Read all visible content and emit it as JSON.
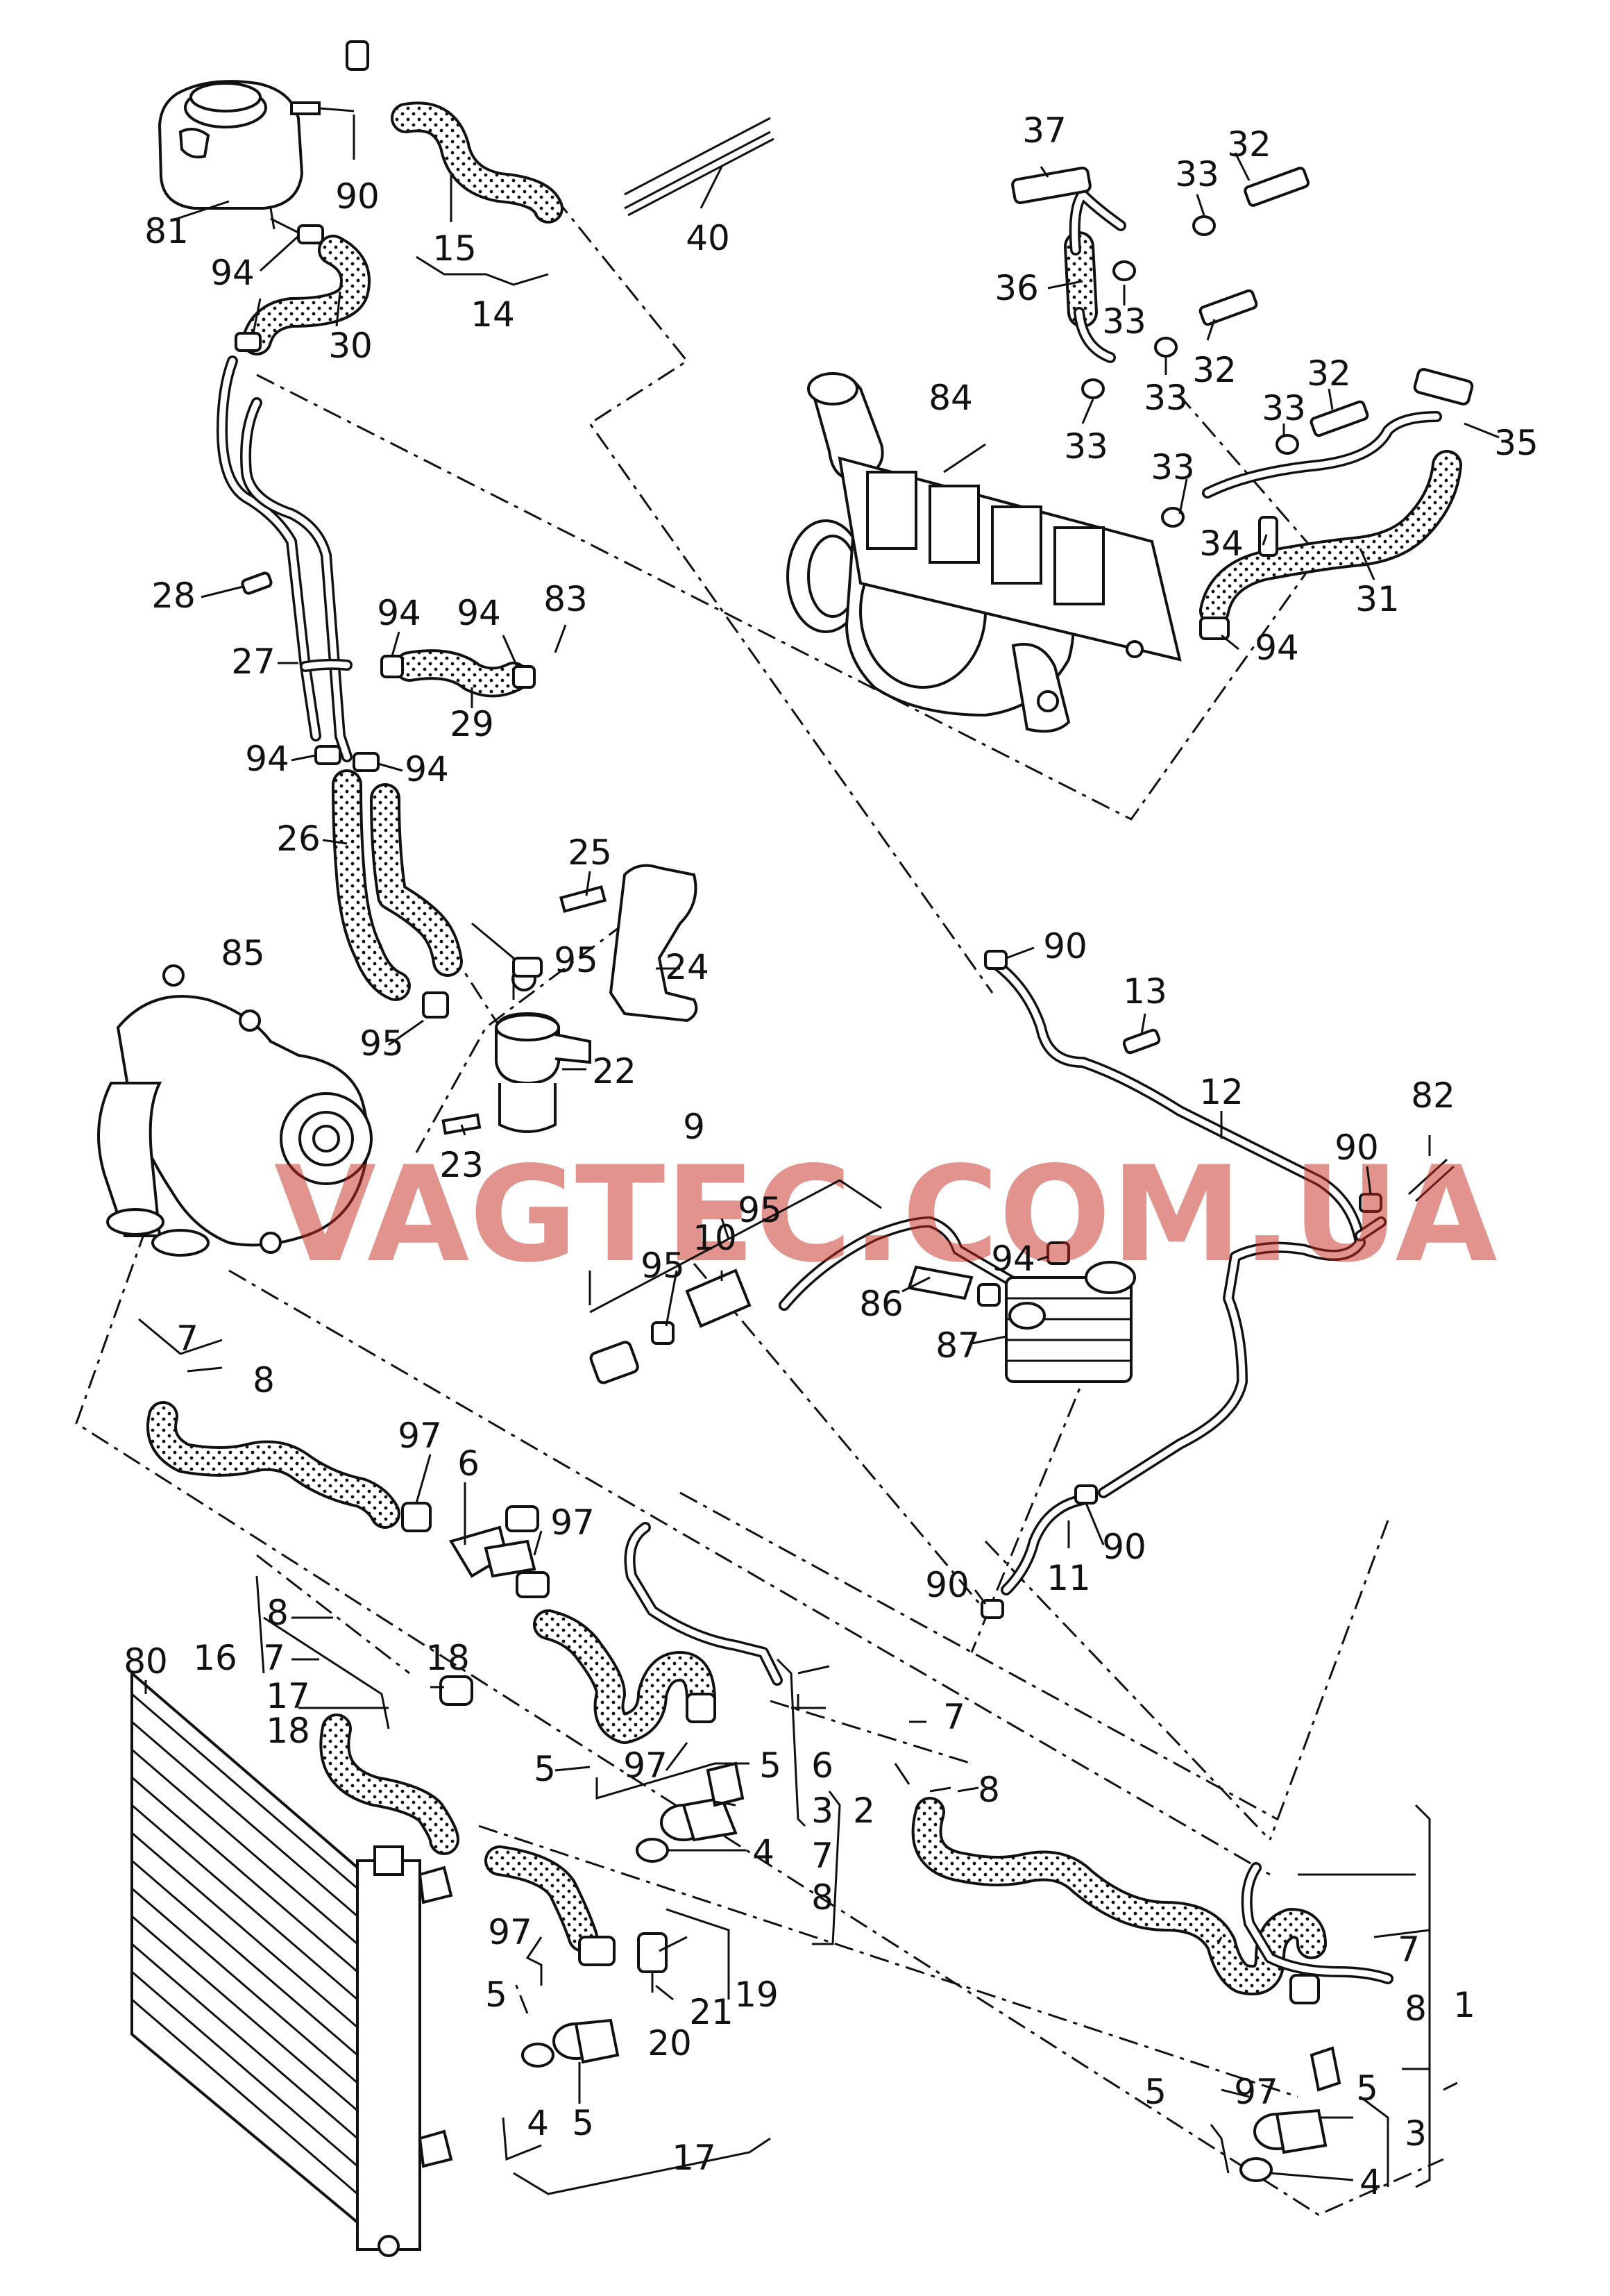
{
  "watermark": "VAGTEC.COM.UA",
  "colors": {
    "line": "#111111",
    "background": "#ffffff",
    "watermark": "#c8281e"
  },
  "callouts": [
    {
      "text": "81"
    },
    {
      "text": "90"
    },
    {
      "text": "15"
    },
    {
      "text": "14"
    },
    {
      "text": "40"
    },
    {
      "text": "94"
    },
    {
      "text": "30"
    },
    {
      "text": "37"
    },
    {
      "text": "32"
    },
    {
      "text": "33"
    },
    {
      "text": "36"
    },
    {
      "text": "33"
    },
    {
      "text": "33"
    },
    {
      "text": "32"
    },
    {
      "text": "84"
    },
    {
      "text": "33"
    },
    {
      "text": "33"
    },
    {
      "text": "32"
    },
    {
      "text": "35"
    },
    {
      "text": "33"
    },
    {
      "text": "34"
    },
    {
      "text": "31"
    },
    {
      "text": "94"
    },
    {
      "text": "28"
    },
    {
      "text": "94"
    },
    {
      "text": "94"
    },
    {
      "text": "83"
    },
    {
      "text": "27"
    },
    {
      "text": "29"
    },
    {
      "text": "94"
    },
    {
      "text": "94"
    },
    {
      "text": "26"
    },
    {
      "text": "25"
    },
    {
      "text": "85"
    },
    {
      "text": "95"
    },
    {
      "text": "24"
    },
    {
      "text": "95"
    },
    {
      "text": "22"
    },
    {
      "text": "23"
    },
    {
      "text": "90"
    },
    {
      "text": "13"
    },
    {
      "text": "12"
    },
    {
      "text": "82"
    },
    {
      "text": "9"
    },
    {
      "text": "95"
    },
    {
      "text": "10"
    },
    {
      "text": "95"
    },
    {
      "text": "90"
    },
    {
      "text": "94"
    },
    {
      "text": "86"
    },
    {
      "text": "87"
    },
    {
      "text": "7"
    },
    {
      "text": "8"
    },
    {
      "text": "97"
    },
    {
      "text": "6"
    },
    {
      "text": "97"
    },
    {
      "text": "90"
    },
    {
      "text": "11"
    },
    {
      "text": "90"
    },
    {
      "text": "80"
    },
    {
      "text": "16"
    },
    {
      "text": "8"
    },
    {
      "text": "7"
    },
    {
      "text": "17"
    },
    {
      "text": "18"
    },
    {
      "text": "18"
    },
    {
      "text": "5"
    },
    {
      "text": "97"
    },
    {
      "text": "5"
    },
    {
      "text": "6"
    },
    {
      "text": "3"
    },
    {
      "text": "2"
    },
    {
      "text": "4"
    },
    {
      "text": "7"
    },
    {
      "text": "8"
    },
    {
      "text": "7"
    },
    {
      "text": "8"
    },
    {
      "text": "97"
    },
    {
      "text": "5"
    },
    {
      "text": "19"
    },
    {
      "text": "21"
    },
    {
      "text": "20"
    },
    {
      "text": "4"
    },
    {
      "text": "5"
    },
    {
      "text": "17"
    },
    {
      "text": "7"
    },
    {
      "text": "8"
    },
    {
      "text": "1"
    },
    {
      "text": "5"
    },
    {
      "text": "97"
    },
    {
      "text": "5"
    },
    {
      "text": "3"
    },
    {
      "text": "4"
    }
  ]
}
